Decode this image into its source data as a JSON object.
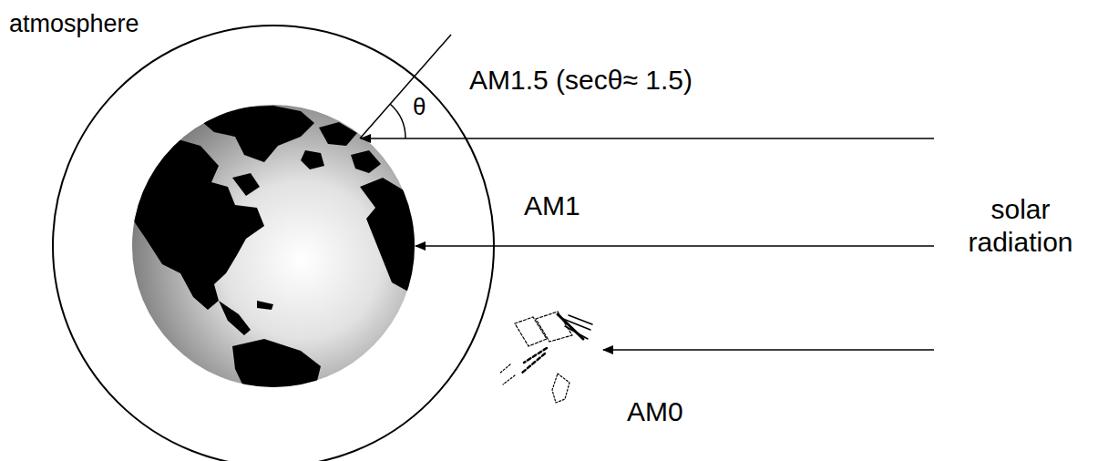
{
  "diagram": {
    "labels": [
      "atmosphere",
      "AM1.5 (secθ≈ 1.5)",
      "θ",
      "AM1",
      "solar radiation",
      "AM0"
    ]
  }
}
